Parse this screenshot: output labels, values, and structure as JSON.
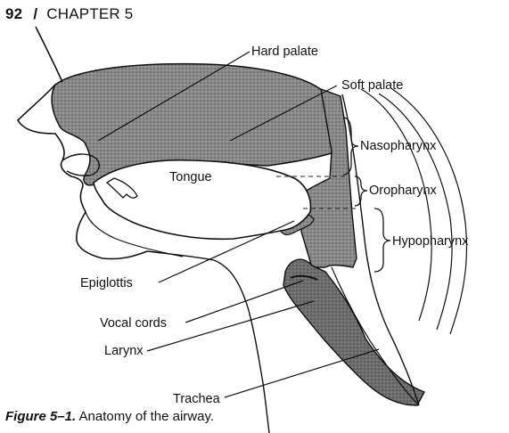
{
  "header": {
    "page_number": "92",
    "separator": "/",
    "chapter": "CHAPTER 5"
  },
  "labels": {
    "hard_palate": "Hard palate",
    "soft_palate": "Soft palate",
    "nasopharynx": "Nasopharynx",
    "tongue": "Tongue",
    "oropharynx": "Oropharynx",
    "hypopharynx": "Hypopharynx",
    "epiglottis": "Epiglottis",
    "vocal_cords": "Vocal cords",
    "larynx": "Larynx",
    "trachea": "Trachea"
  },
  "caption": {
    "figure_label": "Figure 5–1.",
    "text": "Anatomy of the airway."
  }
}
